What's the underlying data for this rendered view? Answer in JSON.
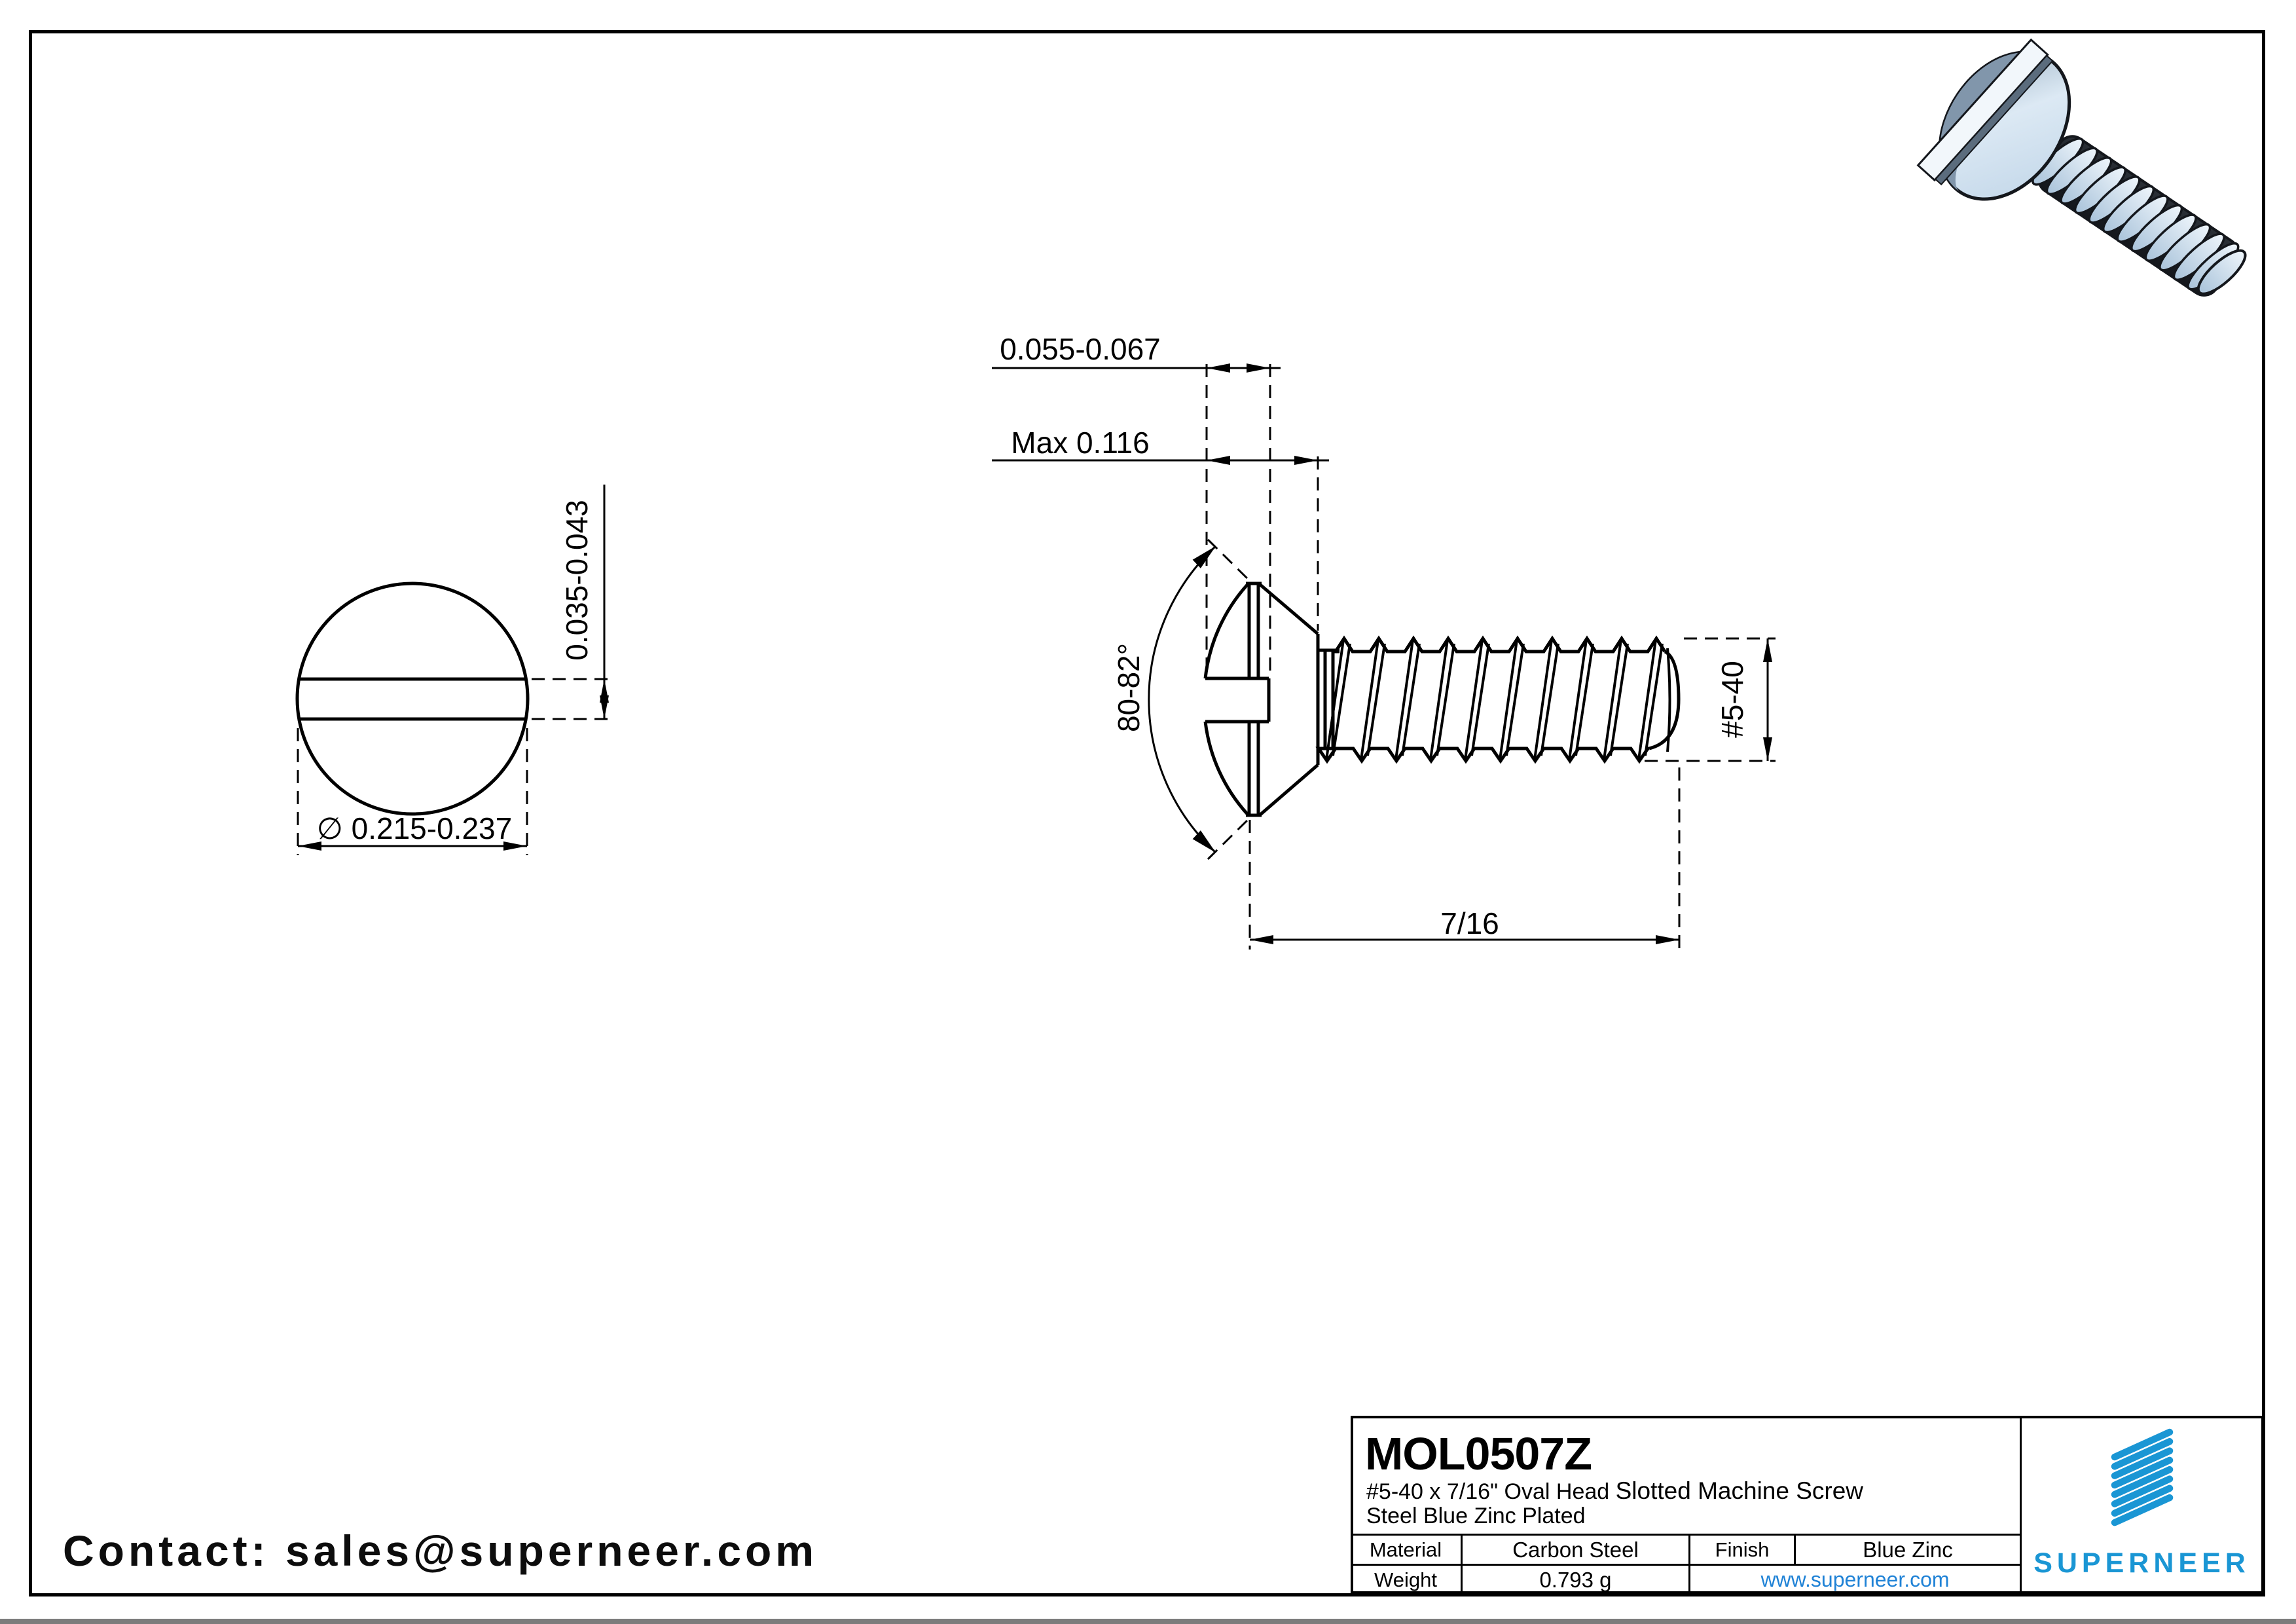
{
  "contact_line": "Contact: sales@superneer.com",
  "bottom_bar_color": "#7c7c7c",
  "front_view": {
    "slot_width_dim": "0.035-0.043",
    "head_diameter_dim": "∅ 0.215-0.237"
  },
  "side_view": {
    "slot_depth_dim": "0.055-0.067",
    "head_height_dim": "Max 0.116",
    "head_angle_dim": "80-82°",
    "thread_spec_dim": "#5-40",
    "length_dim": "7/16"
  },
  "title_block": {
    "part_number": "MOL0507Z",
    "description_main": "#5-40 x 7/16\" Oval Head ",
    "description_main2": "Slotted Machine Screw",
    "description_sub": "Steel Blue Zinc Plated",
    "material_label": "Material",
    "material_value": "Carbon Steel",
    "finish_label": "Finish",
    "finish_value": "Blue Zinc",
    "weight_label": "Weight",
    "weight_value": "0.793 g",
    "website": "www.superneer.com",
    "brand_name": "SUPERNEER",
    "brand_color": "#1a96d4"
  }
}
